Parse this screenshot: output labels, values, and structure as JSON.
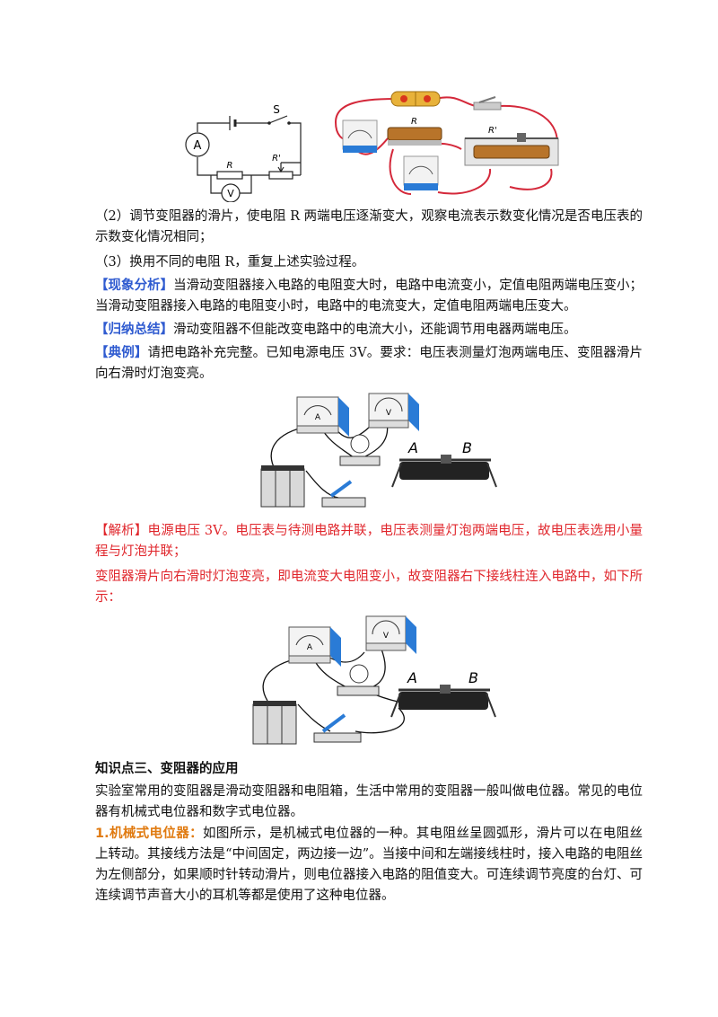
{
  "circuit": {
    "switch_label": "S",
    "ammeter": "A",
    "voltmeter": "V",
    "resistor": "R",
    "rheostat": "R'"
  },
  "photo": {
    "resistor": "R",
    "rheostat": "R'"
  },
  "diagram": {
    "terminal_a": "A",
    "terminal_b": "B",
    "ammeter": "A",
    "voltmeter": "V"
  },
  "text": {
    "step2": "（2）调节变阻器的滑片，使电阻 R 两端电压逐渐变大，观察电流表示数变化情况是否电压表的示数变化情况相同；",
    "step3": "（3）换用不同的电阻 R，重复上述实验过程。",
    "phenomenon_tag": "【现象分析】",
    "phenomenon": "当滑动变阻器接入电路的电阻变大时，电路中电流变小，定值电阻两端电压变小；当滑动变阻器接入电路的电阻变小时，电路中的电流变大，定值电阻两端电压变大。",
    "summary_tag": "【归纳总结】",
    "summary": "滑动变阻器不但能改变电路中的电流大小，还能调节用电器两端电压。",
    "example_tag": "【典例】",
    "example": "请把电路补充完整。已知电源电压 3V。要求：电压表测量灯泡两端电压、变阻器滑片向右滑时灯泡变亮。",
    "analysis1": "【解析】电源电压 3V。电压表与待测电路并联，电压表测量灯泡两端电压，故电压表选用小量程与灯泡并联；",
    "analysis2": "变阻器滑片向右滑时灯泡变亮，即电流变大电阻变小，故变阻器右下接线柱连入电路中，如下所示：",
    "section_title": "知识点三、变阻器的应用",
    "section_body": "实验室常用的变阻器是滑动变阻器和电阻箱，生活中常用的变阻器一般叫做电位器。常见的电位器有机械式电位器和数字式电位器。",
    "mech_tag": "1.机械式电位器：",
    "mech_body": "如图所示，是机械式电位器的一种。其电阻丝呈圆弧形，滑片可以在电阻丝上转动。其接线方法是“中间固定，两边接一边”。当接中间和左端接线柱时，接入电路的电阻丝为左侧部分，如果顺时针转动滑片，则电位器接入电路的阻值变大。可连续调节亮度的台灯、可连续调节声音大小的耳机等都是使用了这种电位器。"
  }
}
